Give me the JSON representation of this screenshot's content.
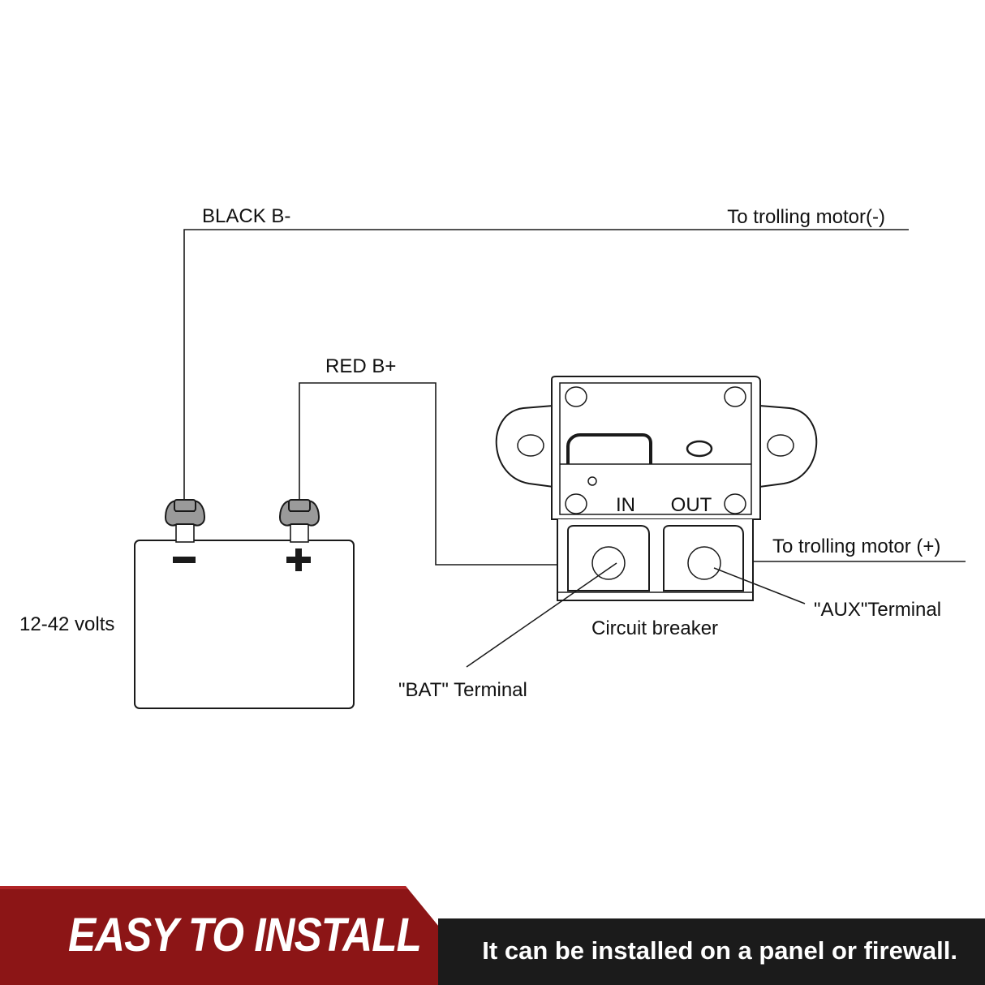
{
  "labels": {
    "black_wire": "BLACK B-",
    "red_wire": "RED B+",
    "motor_negative": "To trolling motor(-)",
    "motor_positive": "To trolling motor (+)",
    "battery_voltage": "12-42 volts",
    "in_terminal": "IN",
    "out_terminal": "OUT",
    "aux_terminal": "\"AUX\"Terminal",
    "circuit_breaker": "Circuit breaker",
    "bat_terminal": "\"BAT\" Terminal"
  },
  "banner": {
    "title": "EASY TO INSTALL",
    "subtitle": "It can be installed on a panel or firewall."
  },
  "colors": {
    "banner_red": "#8c1516",
    "banner_dark": "#1b1b1b",
    "line": "#1a1a1a"
  }
}
